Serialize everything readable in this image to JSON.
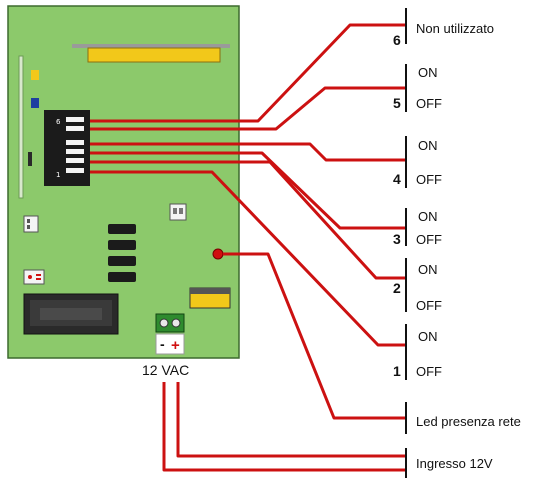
{
  "switch_positions": [
    {
      "number": "6",
      "on": "Non utilizzato",
      "off": ""
    },
    {
      "number": "5",
      "on": "ON",
      "off": "OFF"
    },
    {
      "number": "4",
      "on": "ON",
      "off": "OFF"
    },
    {
      "number": "3",
      "on": "ON",
      "off": "OFF"
    },
    {
      "number": "2",
      "on": "ON",
      "off": "OFF"
    },
    {
      "number": "1",
      "on": "ON",
      "off": "OFF"
    }
  ],
  "dip_pin_labels": {
    "top": "6",
    "bottom": "1"
  },
  "led_label": "Led presenza rete",
  "power_label": "Ingresso 12V",
  "supply_label": "12 VAC",
  "terminal_polarity": {
    "minus": "-",
    "plus": "+"
  },
  "colors": {
    "board": "#8cc96b",
    "board_border": "#4d7a3c",
    "wire": "#cc1111",
    "chip": "#1b1b1b",
    "yellow": "#f2c81a",
    "blue": "#1e3fa0",
    "text": "#111111"
  }
}
